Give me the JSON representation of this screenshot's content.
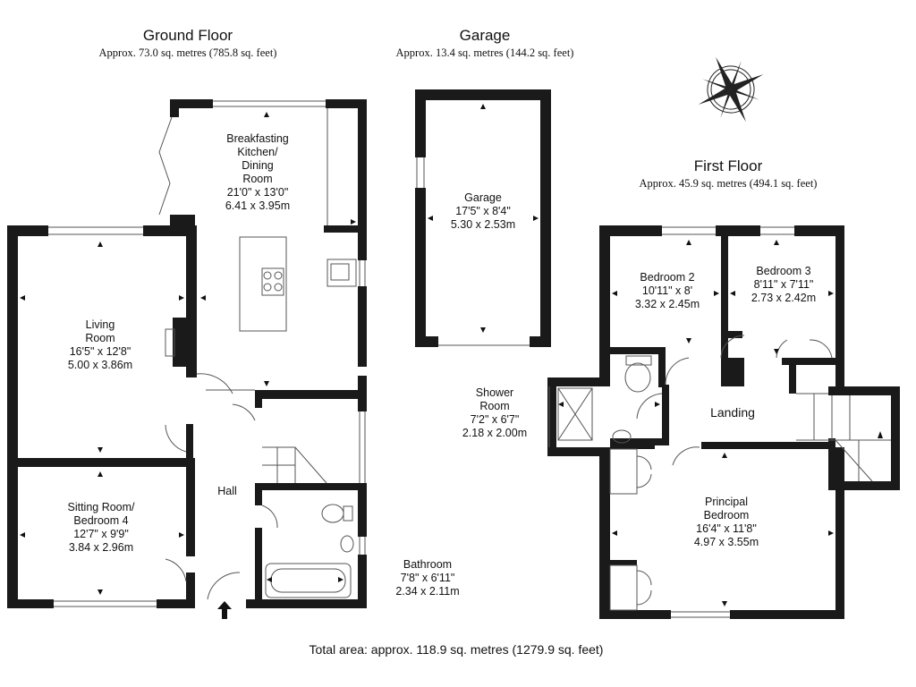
{
  "ground_floor": {
    "title": "Ground Floor",
    "area": "Approx. 73.0 sq. metres (785.8 sq. feet)",
    "rooms": {
      "kitchen": {
        "name": [
          "Breakfasting",
          "Kitchen/",
          "Dining",
          "Room"
        ],
        "imperial": "21'0\" x 13'0\"",
        "metric": "6.41 x 3.95m"
      },
      "living": {
        "name": [
          "Living",
          "Room"
        ],
        "imperial": "16'5\" x 12'8\"",
        "metric": "5.00 x 3.86m"
      },
      "sitting": {
        "name": [
          "Sitting Room/",
          "Bedroom 4"
        ],
        "imperial": "12'7\" x 9'9\"",
        "metric": "3.84 x 2.96m"
      },
      "hall": {
        "name": [
          "Hall"
        ]
      },
      "bathroom": {
        "name": [
          "Bathroom"
        ],
        "imperial": "7'8\" x 6'11\"",
        "metric": "2.34 x 2.11m"
      }
    }
  },
  "garage": {
    "title": "Garage",
    "area": "Approx. 13.4 sq. metres (144.2 sq. feet)",
    "rooms": {
      "garage": {
        "name": [
          "Garage"
        ],
        "imperial": "17'5\" x 8'4\"",
        "metric": "5.30 x 2.53m"
      }
    }
  },
  "first_floor": {
    "title": "First Floor",
    "area": "Approx. 45.9 sq. metres (494.1 sq. feet)",
    "rooms": {
      "bedroom2": {
        "name": [
          "Bedroom 2"
        ],
        "imperial": "10'11\" x 8'",
        "metric": "3.32 x 2.45m"
      },
      "bedroom3": {
        "name": [
          "Bedroom 3"
        ],
        "imperial": "8'11\" x 7'11\"",
        "metric": "2.73 x 2.42m"
      },
      "shower": {
        "name": [
          "Shower",
          "Room"
        ],
        "imperial": "7'2\" x 6'7\"",
        "metric": "2.18 x 2.00m"
      },
      "landing": {
        "name": [
          "Landing"
        ]
      },
      "principal": {
        "name": [
          "Principal",
          "Bedroom"
        ],
        "imperial": "16'4\" x 11'8\"",
        "metric": "4.97 x 3.55m"
      }
    }
  },
  "total_area": "Total area: approx. 118.9 sq. metres (1279.9 sq. feet)",
  "icons": [
    "compass-rose-icon",
    "entrance-arrow-icon"
  ],
  "colors": {
    "wall": "#1a1a1a",
    "thin": "#555555",
    "background": "#ffffff"
  }
}
